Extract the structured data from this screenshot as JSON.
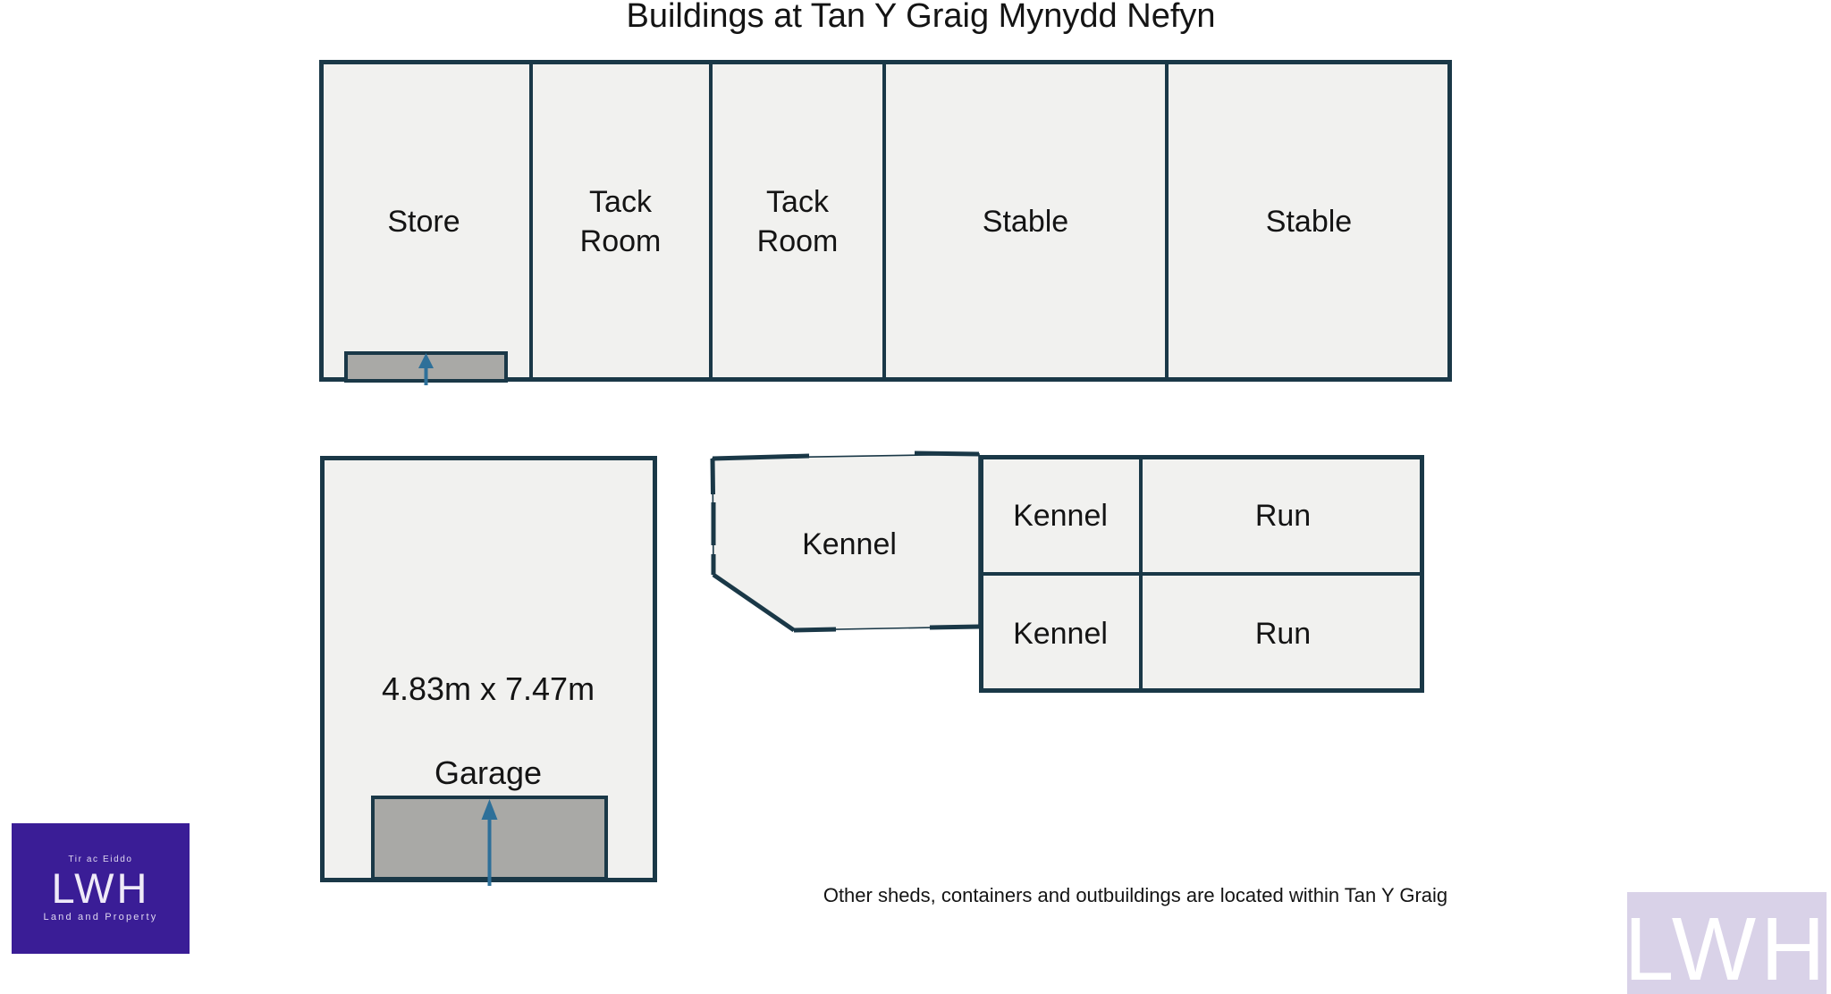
{
  "title": "Buildings at Tan Y Graig Mynydd Nefyn",
  "colors": {
    "background": "#ffffff",
    "wall": "#1a3847",
    "room_fill": "#f1f1ef",
    "door_fill": "#a9a9a6",
    "arrow": "#2e7099",
    "text": "#141414",
    "logo_bg": "#3a1d96",
    "logo_text": "#efeaf8",
    "watermark_bg": "#d9d2e8",
    "watermark_text": "#ffffff"
  },
  "stable_block": {
    "rooms": [
      {
        "label": "Store"
      },
      {
        "label": "Tack Room"
      },
      {
        "label": "Tack Room"
      },
      {
        "label": "Stable"
      },
      {
        "label": "Stable"
      }
    ]
  },
  "garage": {
    "dimensions": "4.83m x 7.47m",
    "label": "Garage"
  },
  "kennels": {
    "main_kennel": "Kennel",
    "cells": [
      {
        "label": "Kennel"
      },
      {
        "label": "Run"
      },
      {
        "label": "Kennel"
      },
      {
        "label": "Run"
      }
    ]
  },
  "note": "Other sheds, containers and outbuildings are located within Tan Y Graig",
  "logo": {
    "top_text": "Tir ac Eiddo",
    "main_text": "LWH",
    "bottom_text": "Land and Property"
  },
  "watermark": {
    "text": "LWH"
  }
}
